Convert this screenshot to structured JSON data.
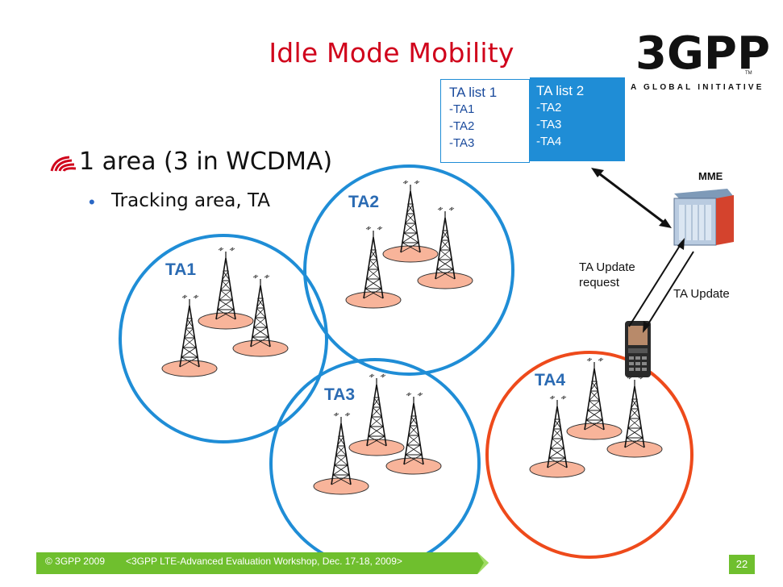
{
  "slide": {
    "title": "Idle Mode Mobility",
    "bullet": "1 area (3 in WCDMA)",
    "sub_bullet": "Tracking area, TA",
    "sub_bullet_marker": "•"
  },
  "ta_list_1": {
    "header": "TA list 1",
    "items": [
      "-TA1",
      "-TA2",
      "-TA3"
    ]
  },
  "ta_list_2": {
    "header": "TA list 2",
    "items": [
      "-TA2",
      "-TA3",
      "-TA4"
    ]
  },
  "logo": {
    "brand": "3GPP",
    "tagline": "A GLOBAL INITIATIVE",
    "tm": "TM"
  },
  "network": {
    "mme_label": "MME",
    "ta_update_request": [
      "TA Update",
      "request"
    ],
    "ta_update": "TA Update",
    "areas": [
      "TA1",
      "TA2",
      "TA3",
      "TA4"
    ]
  },
  "footer": {
    "copyright": "© 3GPP 2009",
    "workshop": "<3GPP LTE-Advanced Evaluation Workshop, Dec. 17-18, 2009>",
    "page_number": "22"
  },
  "colors": {
    "title": "#d0021b",
    "ta_circle": "#1f8dd6",
    "ta4_circle": "#ee4a1b",
    "tower_base": "#f8b49a",
    "footer_green": "#6fbf2e"
  }
}
